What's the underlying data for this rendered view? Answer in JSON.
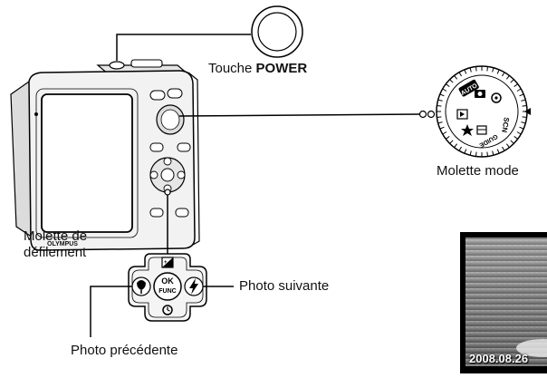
{
  "labels": {
    "power_prefix": "Touche ",
    "power_key": "POWER",
    "mode_dial": "Molette mode",
    "scroll_wheel_line1": "Molette de",
    "scroll_wheel_line2": "défilement",
    "next_photo": "Photo suivante",
    "prev_photo": "Photo précédente"
  },
  "camera": {
    "brand": "OLYMPUS"
  },
  "mode_dial_marks": {
    "auto": "AUTO",
    "scn": "SCN",
    "guide": "GUIDE"
  },
  "pad_marks": {
    "ok": "OK",
    "func": "FUNC"
  },
  "photo": {
    "date": "2008.08.26"
  },
  "colors": {
    "line": "#000000",
    "camera_body": "#f2f2f2",
    "screen": "#ffffff",
    "pad_fill": "#e8e8e8"
  },
  "icons": {
    "mode_dial": [
      "auto-mode-icon",
      "camera-icon",
      "scene-icon",
      "play-icon",
      "guide-icon",
      "favorite-icon"
    ],
    "pad": [
      "exposure-icon",
      "macro-icon",
      "flash-icon",
      "self-timer-icon"
    ]
  }
}
